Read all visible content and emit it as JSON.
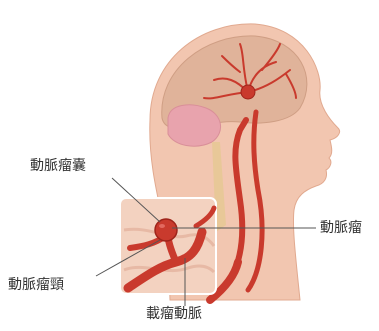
{
  "labels": {
    "aneurysm_sac": "動脈瘤囊",
    "aneurysm": "動脈瘤",
    "aneurysm_neck": "動脈瘤頸",
    "parent_artery": "載瘤動脈"
  },
  "colors": {
    "skin": "#f2c6b0",
    "skin_shadow": "#e9b299",
    "brain": "#e0b39a",
    "cerebellum": "#e8a3ad",
    "spine": "#e7c896",
    "artery": "#c93a2d",
    "artery_dark": "#9e241a",
    "tissue": "#f3d2c0",
    "callout_line": "#555555"
  }
}
